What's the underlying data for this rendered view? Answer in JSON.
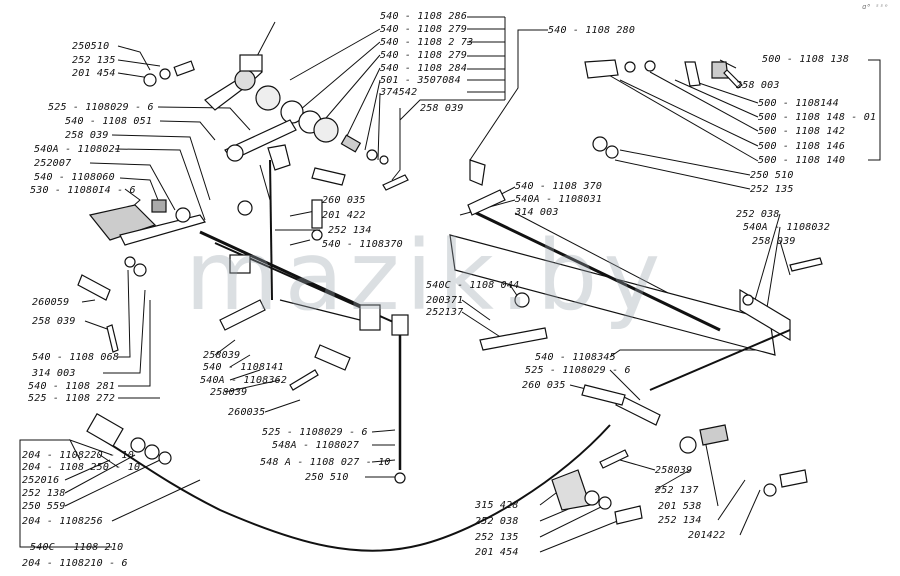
{
  "watermark": "mazik.by",
  "corner_mark": "ɑ⁰ ˢˢᵒ",
  "labels": {
    "l_540_1108286": "540 - 1108 286",
    "l_540_1108279a": "540 - 1108 279",
    "l_540_110873": "540 - 1108 2 73",
    "l_540_1108279b": "540 - 1108 279",
    "l_540_1108284": "540 - 1108 284",
    "l_501_3507084": "501 - 3507084",
    "l_374542": "374542",
    "l_258039_top": "258 039",
    "l_540_1108280": "540 - 1108 280",
    "l_500_1108138": "500 - 1108 138",
    "l_258003": "258 003",
    "l_500_1108144": "500 - 1108144",
    "l_500_1108148": "500 - 1108 148 - 01",
    "l_500_1108142": "500 - 1108 142",
    "l_500_1108146": "500 - 1108 146",
    "l_500_1108140": "500 - 1108 140",
    "l_250510_r": "250 510",
    "l_252135_r": "252 135",
    "l_250510_l": "250510",
    "l_252135_l": "252 135",
    "l_201454_l": "201 454",
    "l_525_1108029a": "525 - 1108029 - 6",
    "l_540_1108051": "540 - 1108 051",
    "l_258039_l": "258 039",
    "l_540a_1108021": "540A - 1108021",
    "l_252007": "252007",
    "l_540_1108060": "540 - 1108060",
    "l_530_1108014": "530 - 11080I4 - 6",
    "l_260035_c": "260 035",
    "l_201422_c": "201 422",
    "l_252134_c": "252 134",
    "l_540_1108370a": "540 - 1108370",
    "l_540_1108370b": "540 - 1108 370",
    "l_540a_1108031": "540A - 1108031",
    "l_314003_r": "314 003",
    "l_252038_r": "252 038",
    "l_540a_1108032": "540A - 1108032",
    "l_258039_r": "258 039",
    "l_540c_1108044": "540C - 1108 044",
    "l_200371": "200371",
    "l_252137_c": "252137",
    "l_260059": "260059",
    "l_258039_ll": "258 039",
    "l_540_1108068": "540 - 1108 068",
    "l_314003_l": "314 003",
    "l_540_1108281": "540 - 1108 281",
    "l_525_1108272": "525 - 1108 272",
    "l_258039_m": "258039",
    "l_540_1108141": "540 - 1108141",
    "l_540a_1108362": "540A - 1108362",
    "l_258039_m2": "258039",
    "l_260035_m": "260035",
    "l_540_1108345": "540 - 1108345",
    "l_525_1108029b": "525 - 1108029 - 6",
    "l_260035_r": "260 035",
    "l_525_1108029c": "525 - 1108029 - 6",
    "l_548a_1108027": "548A - 1108027",
    "l_548a_1108027_10": "548 A - 1108 027 - 10",
    "l_250510_b": "250 510",
    "l_258039_b": "258039",
    "l_252137_b": "252 137",
    "l_201538": "201 538",
    "l_252134_b": "252 134",
    "l_201422_b": "201422",
    "l_204_1108220": "204 - 1108220 - 10",
    "l_204_1108250": "204 - 1108 250 - 10",
    "l_252016": "252016",
    "l_252138": "252 138",
    "l_250559": "250 559",
    "l_204_1108256": "204 - 1108256",
    "l_540c_1108210": "540C - 1108 210",
    "l_204_1108210": "204 - 1108210 - 6",
    "l_315428": "315 428",
    "l_252038_b": "252 038",
    "l_252135_b": "252 135",
    "l_201454_b": "201 454"
  }
}
